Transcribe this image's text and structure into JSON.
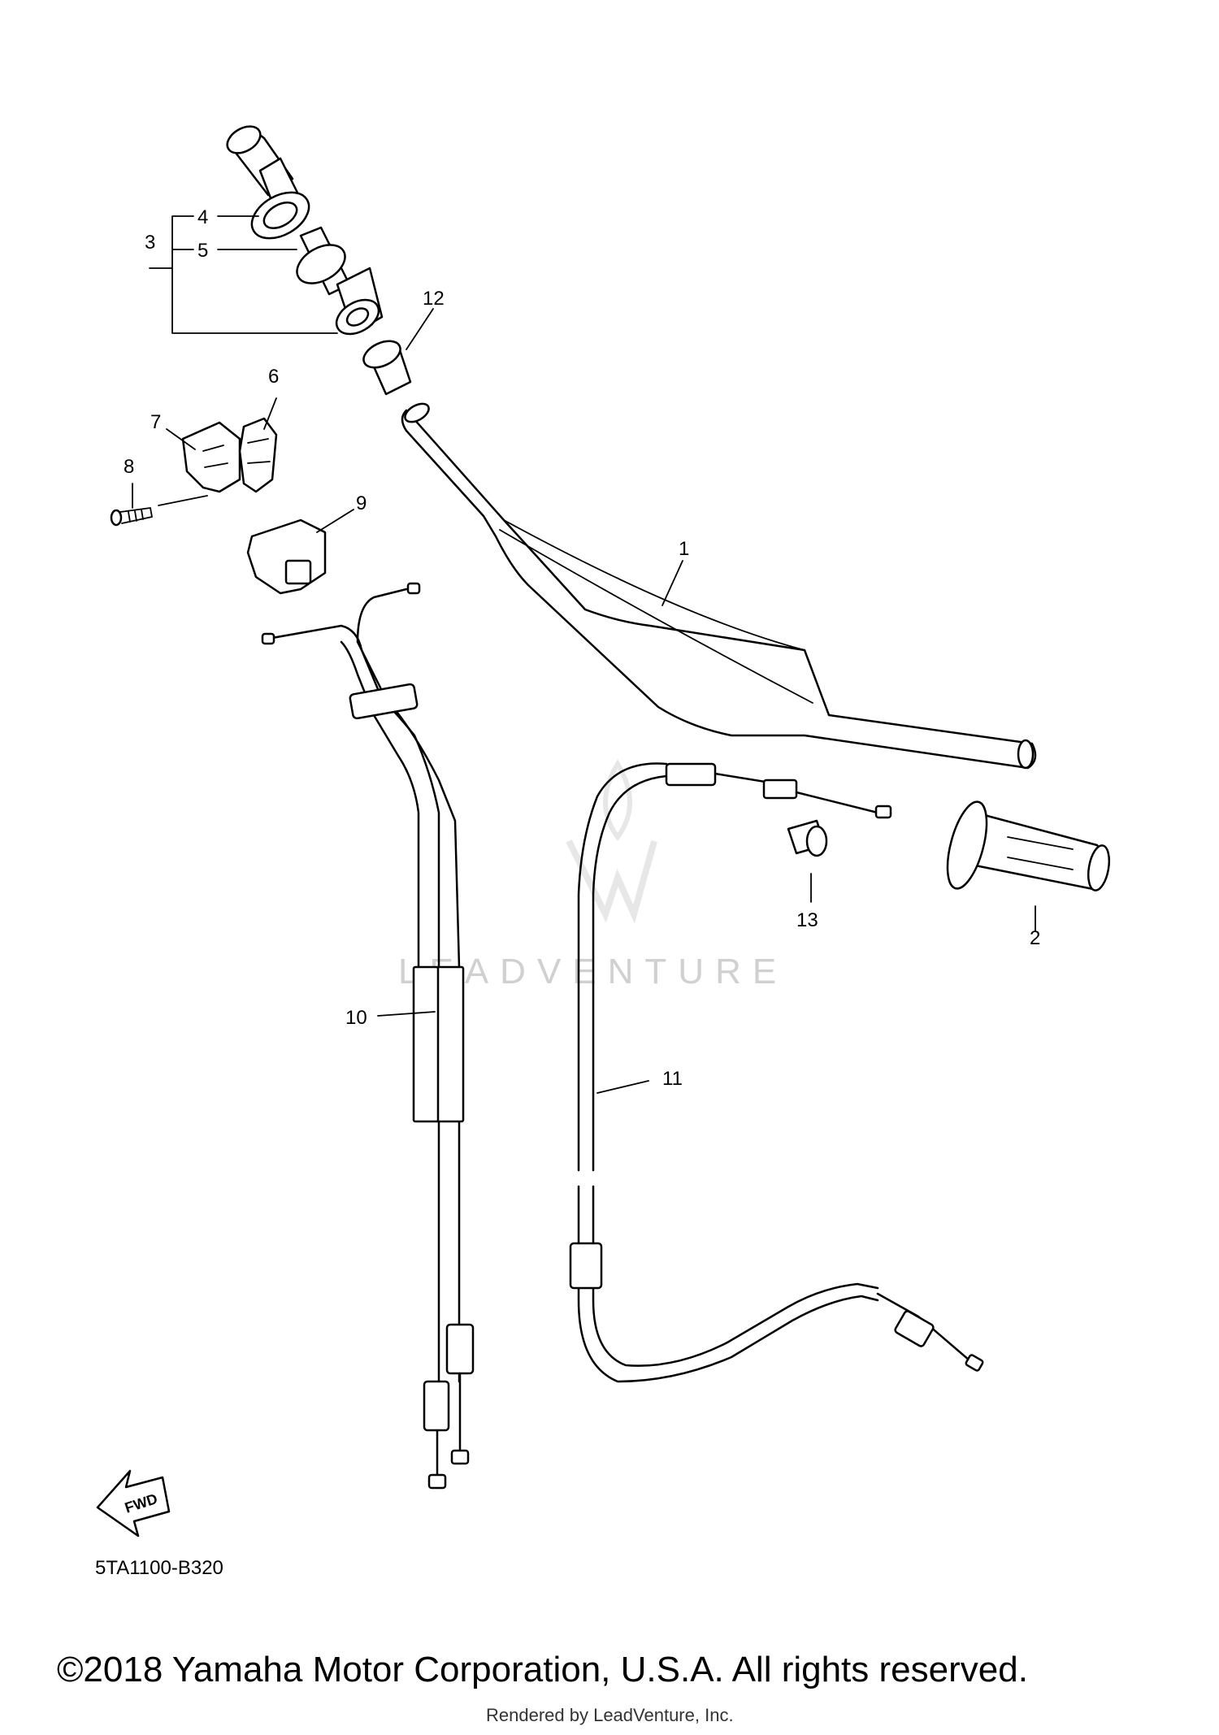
{
  "callouts": {
    "c1": "1",
    "c2": "2",
    "c3": "3",
    "c4": "4",
    "c5": "5",
    "c6": "6",
    "c7": "7",
    "c8": "8",
    "c9": "9",
    "c10": "10",
    "c11": "11",
    "c12": "12",
    "c13": "13"
  },
  "fwd_label": "FWD",
  "diagram_code": "5TA1100-B320",
  "watermark": "LEADVENTURE",
  "copyright": "©2018 Yamaha Motor Corporation, U.S.A. All rights reserved.",
  "rendered_by": "Rendered by LeadVenture, Inc."
}
